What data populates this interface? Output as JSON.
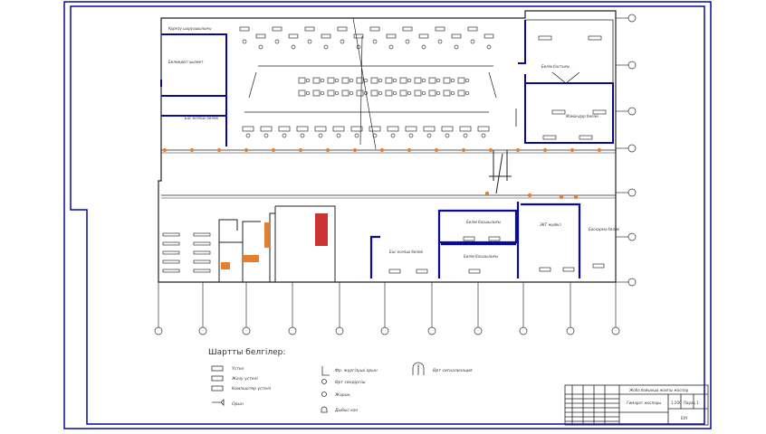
{
  "legend": {
    "title": "Шартты белгілер:",
    "items": [
      {
        "label": "Үстел"
      },
      {
        "label": "Жазу үстелі"
      },
      {
        "label": "Компьютер үстелі"
      },
      {
        "label": "Орын"
      },
      {
        "label": "Фр. жүргізуші орын"
      },
      {
        "label": "Өрт сөндіргіш"
      },
      {
        "label": "Жарық"
      },
      {
        "label": "Дыбыс көз"
      },
      {
        "label": "Өрт сигнализация"
      }
    ]
  },
  "rooms": {
    "r1": "Қорғау шаруашылығы",
    "r2": "Бөлмедегі қызмет",
    "r3": "Бас есепші бөлімі",
    "r4": "Бөлім бастығы",
    "r5": "Мамандар бөлімі",
    "r6": "Бөлім басшылығы",
    "r7": "Бас есепші бөлімі",
    "r8": "Бөлім басшылығы",
    "r9": "ЭКТ жүйесі",
    "r10": "Басқарма бөлімі"
  },
  "title_block": {
    "top": "Жоба бойынша жалпы жоспар",
    "middle": "Ғимарат жоспары",
    "scale": "1:200",
    "sheet": "Парақ 1",
    "org": "ЕҰУ"
  },
  "colors": {
    "wall_blue": "#0a0a9a",
    "line": "#222222"
  }
}
